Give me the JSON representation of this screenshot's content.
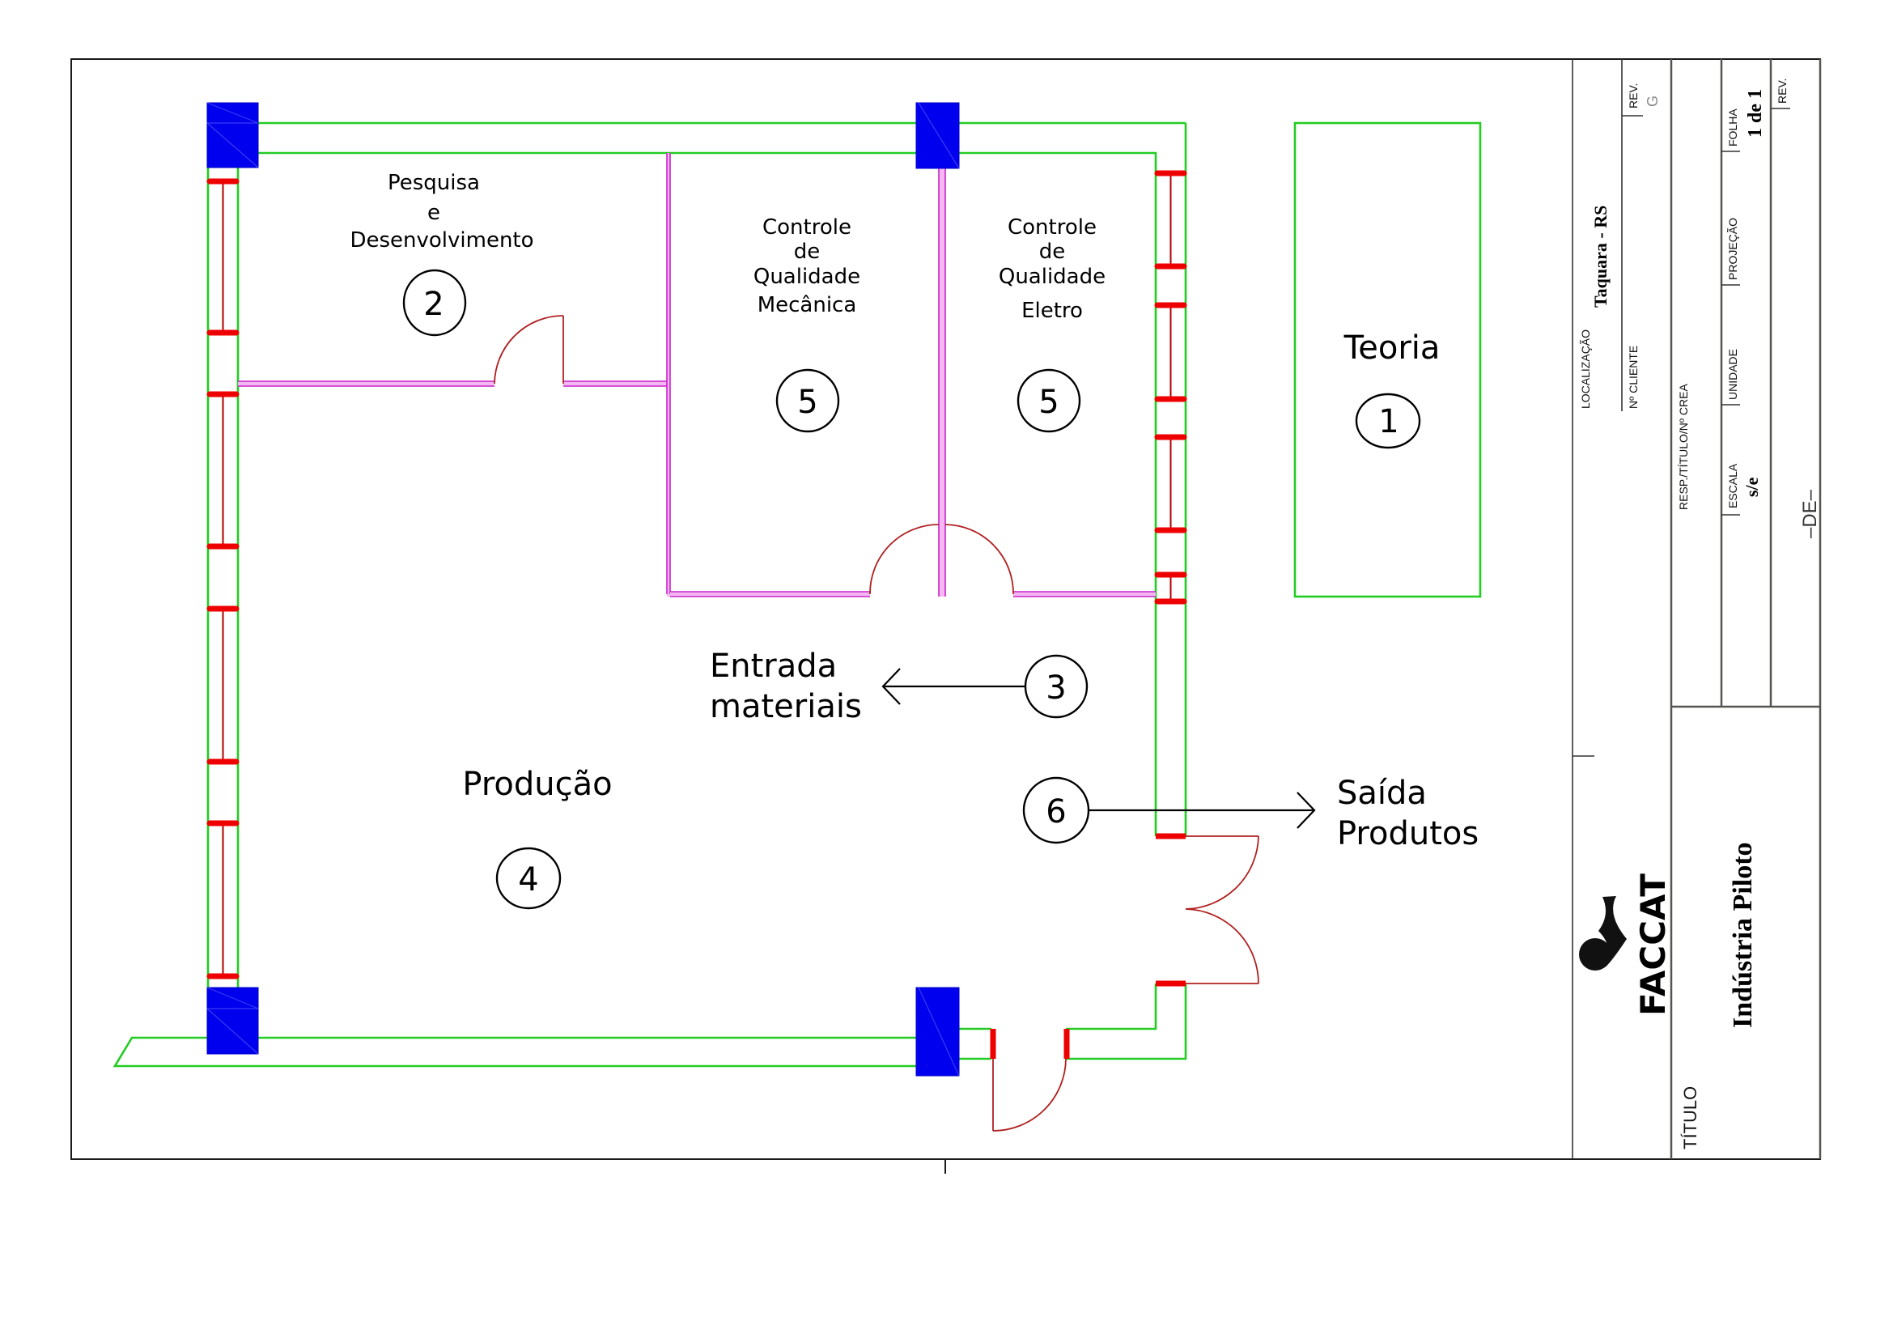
{
  "drawing": {
    "title_label": "TÍTULO",
    "title": "Indústria Piloto",
    "institution": "FACCAT",
    "location_label": "LOCALIZAÇÃO",
    "location": "Taquara - RS",
    "client_label": "Nº CLIENTE",
    "revision_label_1": "REV.",
    "revision_value": "G",
    "responsible_label": "RESP./TÍTULO/Nº CREA",
    "scale_label": "ESCALA",
    "scale_value": "s/e",
    "unit_label": "UNIDADE",
    "projection_label": "PROJEÇÃO",
    "sheet_label": "FOLHA",
    "sheet_value": "1 de 1",
    "revision_label_2": "REV.",
    "de_label": "–DE–"
  },
  "rooms": {
    "teoria": {
      "label": "Teoria",
      "number": "1"
    },
    "pesquisa": {
      "lines": [
        "Pesquisa",
        "e",
        "Desenvolvimento"
      ],
      "number": "2"
    },
    "entrada": {
      "lines": [
        "Entrada",
        "materiais"
      ],
      "number": "3"
    },
    "producao": {
      "label": "Produção",
      "number": "4"
    },
    "cq_mecanica": {
      "lines": [
        "Controle",
        "de",
        "Qualidade",
        "Mecânica"
      ],
      "number": "5"
    },
    "cq_eletro": {
      "lines": [
        "Controle",
        "de",
        "Qualidade",
        "Eletro"
      ],
      "number": "5"
    },
    "saida": {
      "lines": [
        "Saída",
        "Produtos"
      ],
      "number": "6"
    }
  },
  "colors": {
    "exterior_wall": "#22cc22",
    "partition": "#cc22cc",
    "column": "#0000ee",
    "window_door": "#ee0000"
  }
}
